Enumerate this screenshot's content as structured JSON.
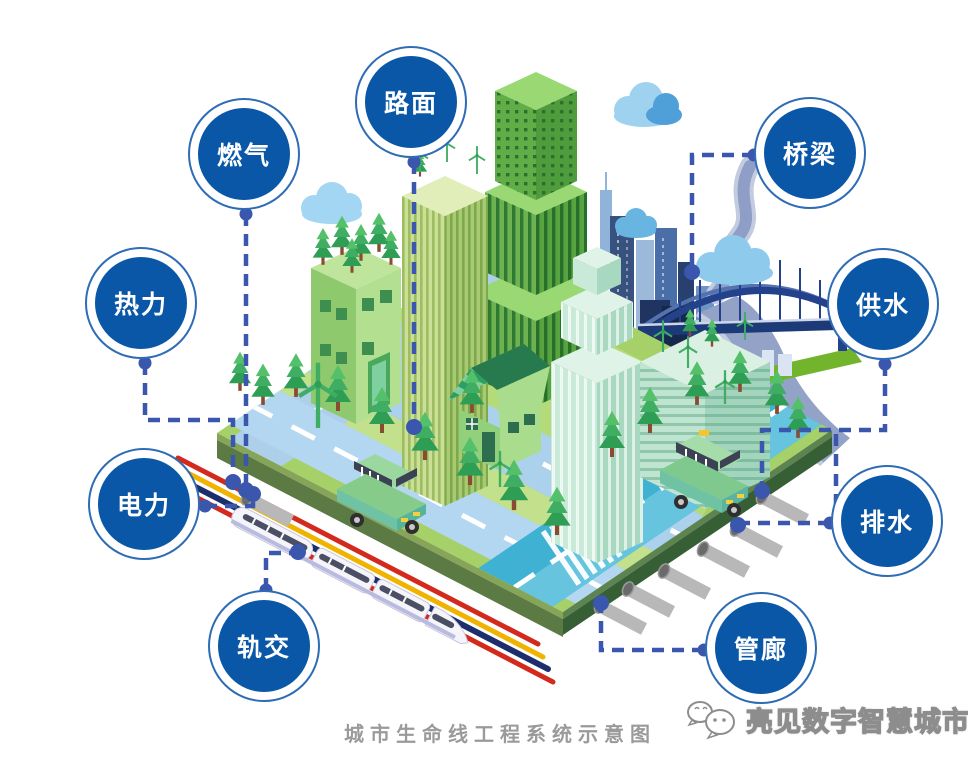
{
  "diagram": {
    "caption": "城市生命线工程系统示意图",
    "nodes": [
      {
        "id": "gas",
        "label": "燃气"
      },
      {
        "id": "road-surface",
        "label": "路面"
      },
      {
        "id": "bridge",
        "label": "桥梁"
      },
      {
        "id": "heating",
        "label": "热力"
      },
      {
        "id": "water-supply",
        "label": "供水"
      },
      {
        "id": "electric-power",
        "label": "电力"
      },
      {
        "id": "drainage",
        "label": "排水"
      },
      {
        "id": "rail-transit",
        "label": "轨交"
      },
      {
        "id": "utility-tunnel",
        "label": "管廊"
      }
    ],
    "colors": {
      "node_fill": "#0b57a7",
      "node_ring": "#2e6cb5",
      "connector": "#3a57ad",
      "caption_text": "#9a9a9a"
    },
    "scene_icons": [
      "cloud-icon",
      "tree-icon",
      "wind-turbine-icon",
      "building-icon",
      "bridge-icon",
      "river-icon",
      "train-icon",
      "bus-icon",
      "car-icon",
      "pipeline-icon",
      "wechat-icon"
    ]
  },
  "watermark": {
    "text": "亮见数字智慧城市",
    "icon": "wechat-icon"
  }
}
